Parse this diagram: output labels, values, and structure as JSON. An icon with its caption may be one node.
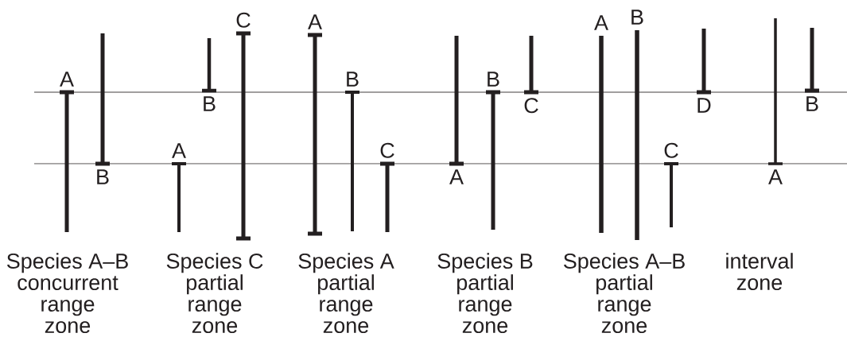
{
  "diagram": {
    "nodes": [
      {
        "text": [
          "A"
        ]
      },
      {
        "text": [
          "B"
        ]
      },
      {
        "text": [
          "A"
        ]
      },
      {
        "text": [
          "B"
        ]
      },
      {
        "text": [
          "C"
        ]
      },
      {
        "text": [
          "A"
        ]
      },
      {
        "text": [
          "B"
        ]
      },
      {
        "text": [
          "C"
        ]
      },
      {
        "text": [
          "A"
        ]
      },
      {
        "text": [
          "B"
        ]
      },
      {
        "text": [
          "C"
        ]
      },
      {
        "text": [
          "A"
        ]
      },
      {
        "text": [
          "B"
        ]
      },
      {
        "text": [
          "C"
        ]
      },
      {
        "text": [
          "D"
        ]
      },
      {
        "text": [
          "A"
        ]
      },
      {
        "text": [
          "B"
        ]
      }
    ],
    "labels": [
      "Species A–B concurrent range zone",
      "Species C partial range zone",
      "Species A partial range zone",
      "Species B partial range zone",
      "Species A–B partial range zone",
      "interval zone"
    ]
  }
}
